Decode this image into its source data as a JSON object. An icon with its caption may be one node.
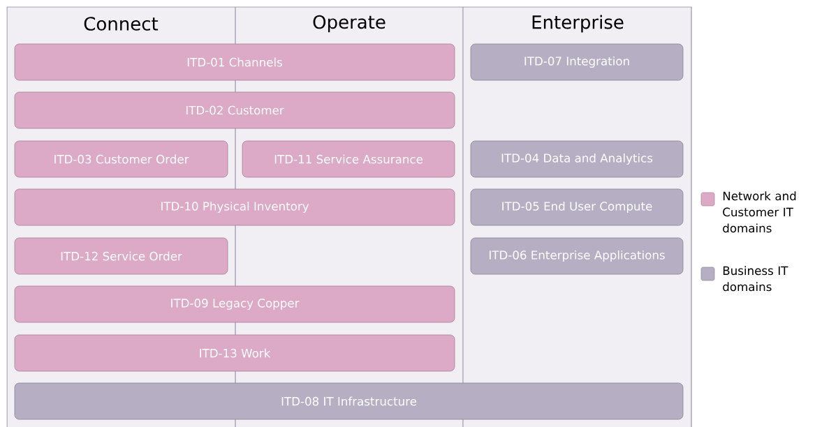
{
  "diagram": {
    "nodes": [
      {
        "text": [
          "ITD-01 Channels"
        ]
      },
      {
        "text": [
          "ITD-07 Integration"
        ]
      },
      {
        "text": [
          "ITD-02 Customer"
        ]
      },
      {
        "text": [
          "ITD-03 Customer Order"
        ]
      },
      {
        "text": [
          "ITD-11 Service Assurance"
        ]
      },
      {
        "text": [
          "ITD-04 Data and Analytics"
        ]
      },
      {
        "text": [
          "ITD-10 Physical Inventory"
        ]
      },
      {
        "text": [
          "ITD-05 End User Compute"
        ]
      },
      {
        "text": [
          "ITD-12 Service Order"
        ]
      },
      {
        "text": [
          "ITD-06 Enterprise Applications"
        ]
      },
      {
        "text": [
          "ITD-09 Legacy Copper"
        ]
      },
      {
        "text": [
          "ITD-13 Work"
        ]
      },
      {
        "text": [
          "ITD-08 IT Infrastructure"
        ]
      }
    ],
    "labels": [
      "Connect",
      "Operate",
      "Enterprise"
    ],
    "legend": [
      {
        "text": "Network and Customer IT domains",
        "color": "#dcaac6"
      },
      {
        "text": "Business IT domains",
        "color": "#b6afc4"
      }
    ]
  }
}
